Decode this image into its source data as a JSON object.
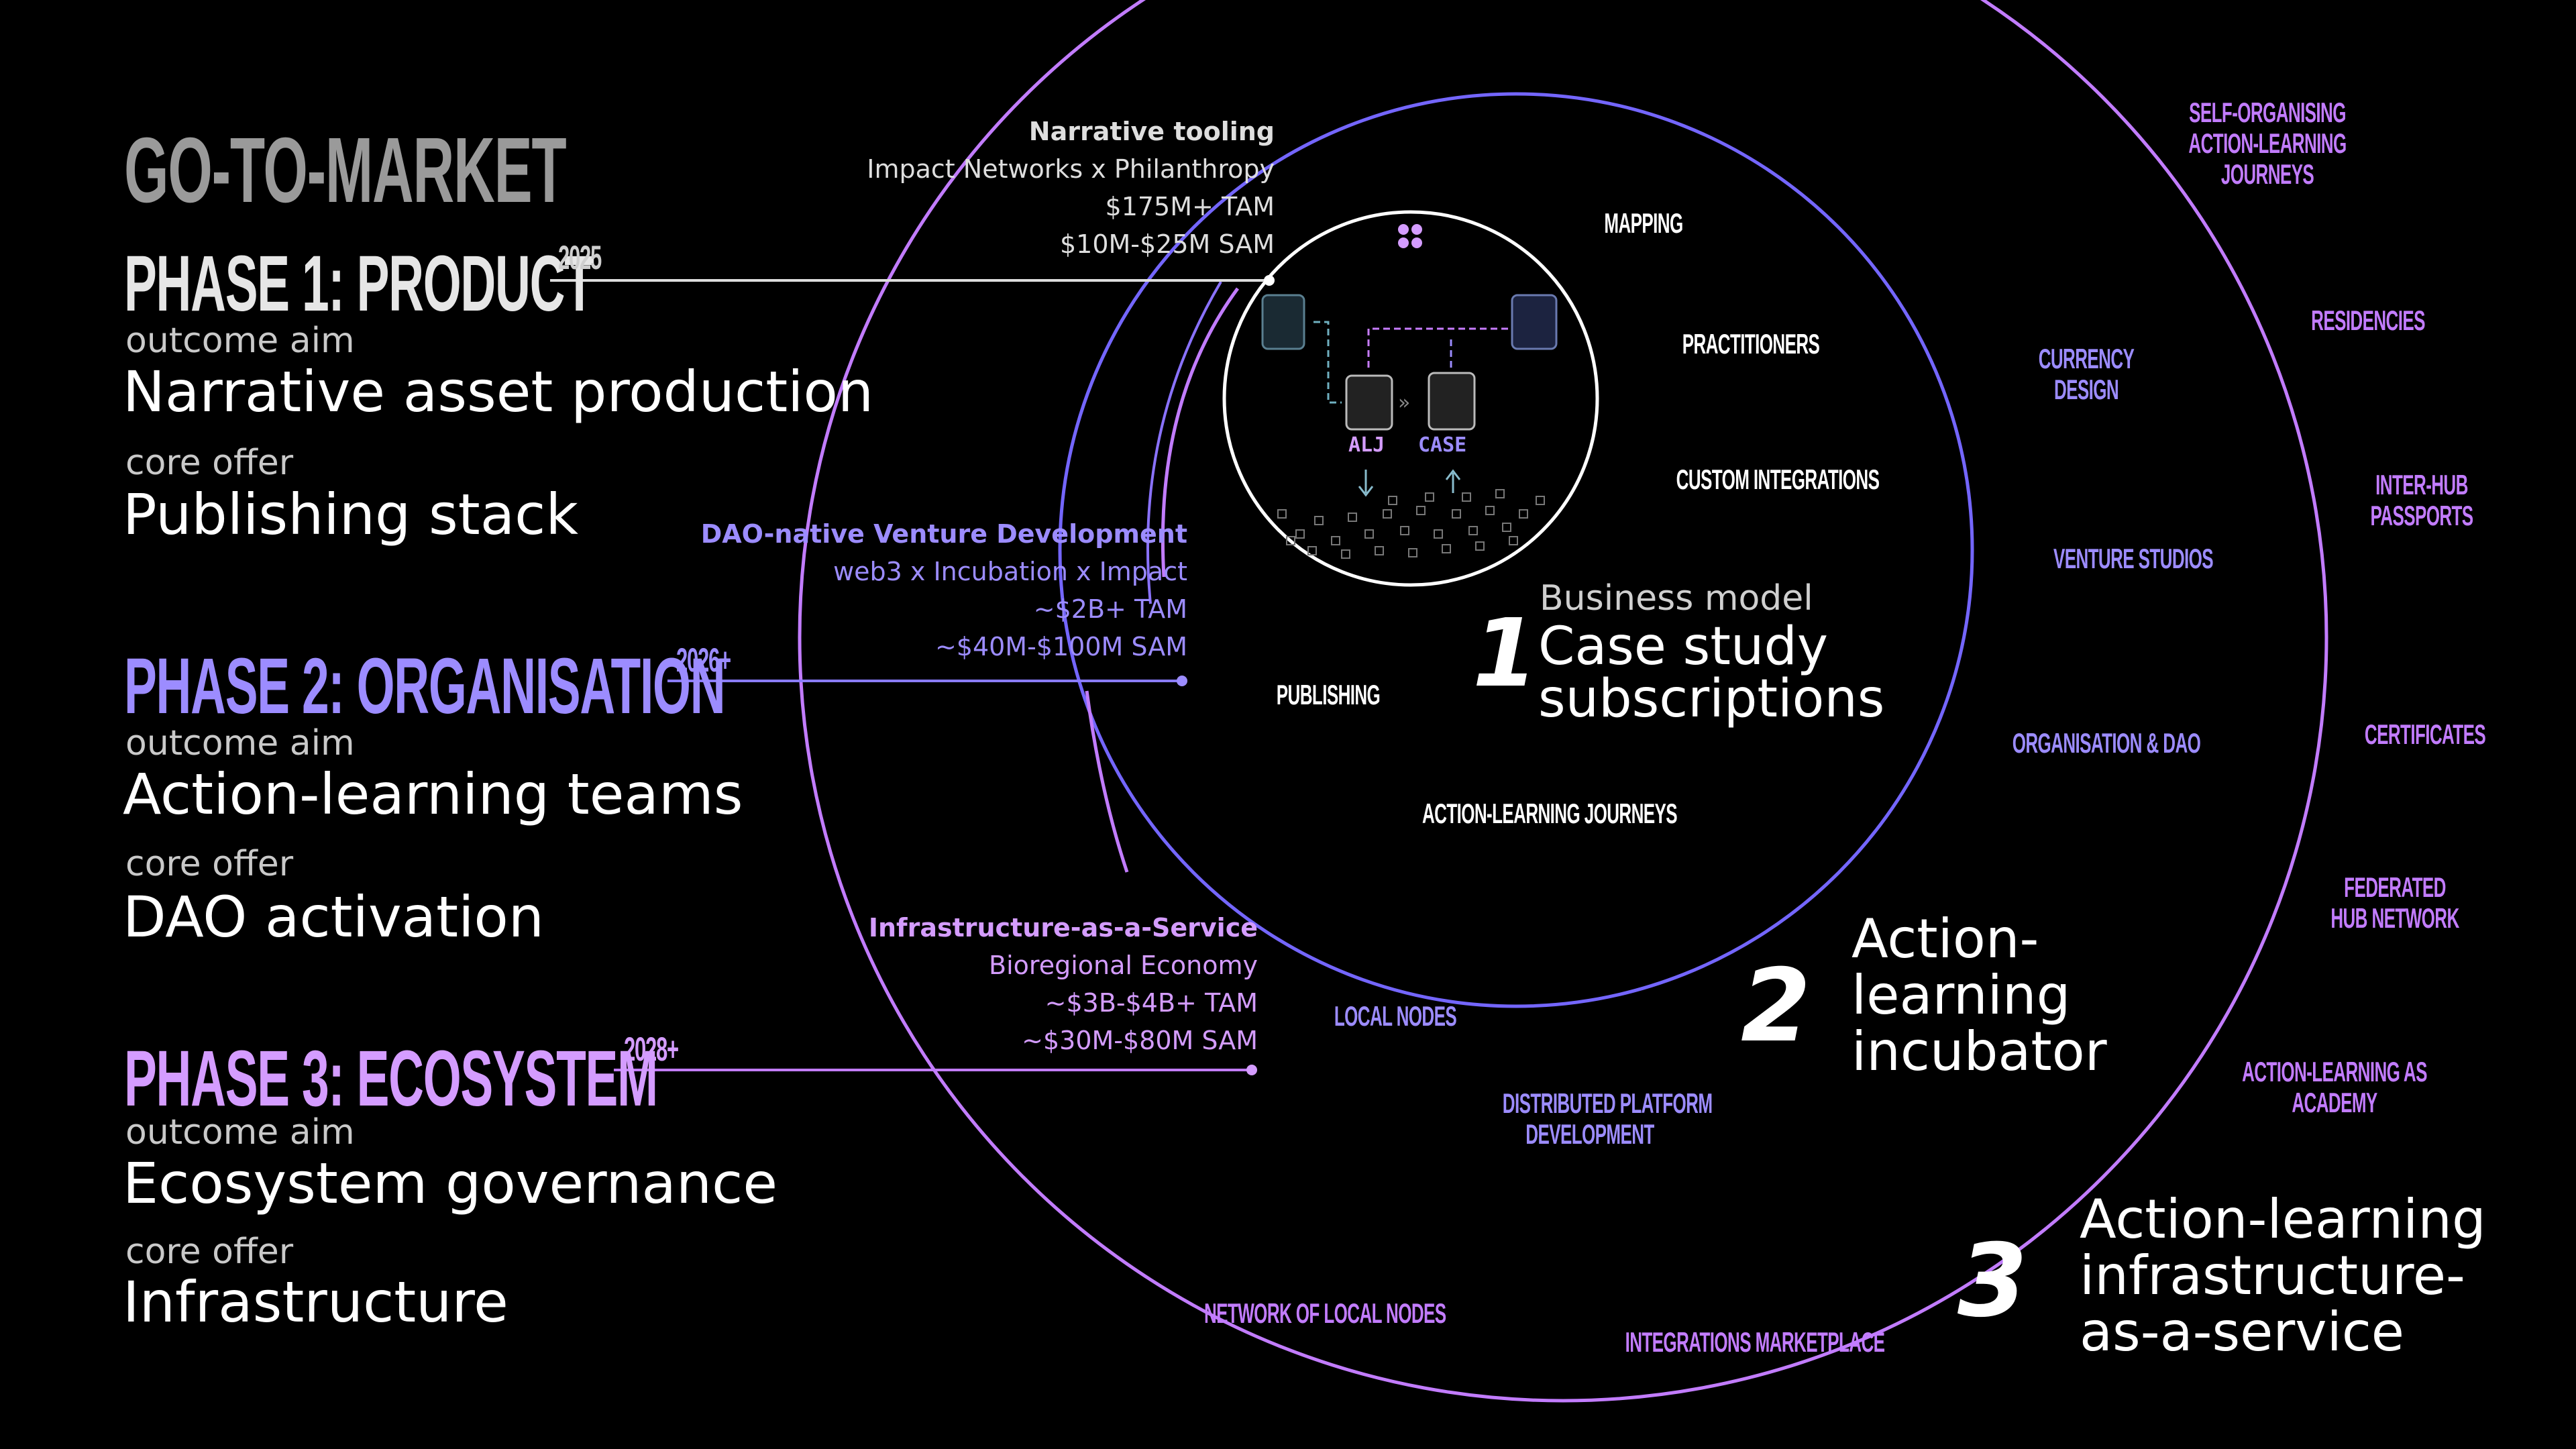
{
  "title": "GO-TO-MARKET",
  "colors": {
    "background": "#000000",
    "phase1": "#e6e6e6",
    "phase2": "#9c8cff",
    "phase3": "#d49cff",
    "ring1": "#ffffff",
    "ring2": "#7466ff",
    "ring3": "#c27cff"
  },
  "phases": [
    {
      "title": "PHASE 1: PRODUCT",
      "year": "2025",
      "outcome_label": "outcome aim",
      "outcome": "Narrative asset production",
      "offer_label": "core offer",
      "offer": "Publishing stack"
    },
    {
      "title": "PHASE 2: ORGANISATION",
      "year": "2026+",
      "outcome_label": "outcome aim",
      "outcome": "Action-learning teams",
      "offer_label": "core offer",
      "offer": "DAO activation"
    },
    {
      "title": "PHASE 3: ECOSYSTEM",
      "year": "2028+",
      "outcome_label": "outcome aim",
      "outcome": "Ecosystem governance",
      "offer_label": "core offer",
      "offer": "Infrastructure"
    }
  ],
  "markets": [
    {
      "heading": "Narrative tooling",
      "line1": "Impact Networks x Philanthropy",
      "tam": "$175M+ TAM",
      "sam": "$10M-$25M SAM"
    },
    {
      "heading": "DAO-native Venture Development",
      "line1": "web3 x Incubation x Impact",
      "tam": "~$2B+ TAM",
      "sam": "~$40M-$100M SAM"
    },
    {
      "heading": "Infrastructure-as-a-Service",
      "line1": "Bioregional Economy",
      "tam": "~$3B-$4B+ TAM",
      "sam": "~$30M-$80M SAM"
    }
  ],
  "rings": {
    "r1": {
      "number": "1",
      "small": "Business model",
      "line1": "Case study",
      "line2": "subscriptions"
    },
    "r2": {
      "number": "2",
      "line1": "Action-",
      "line2": "learning",
      "line3": "incubator"
    },
    "r3": {
      "number": "3",
      "line1": "Action-learning",
      "line2": "infrastructure-",
      "line3": "as-a-service"
    }
  },
  "center": {
    "alj": "ALJ",
    "case": "CASE"
  },
  "ring1_items": [
    "MAPPING",
    "PRACTITIONERS",
    "CUSTOM INTEGRATIONS",
    "PUBLISHING",
    "ACTION-LEARNING JOURNEYS"
  ],
  "ring2_items": {
    "currency1": "CURRENCY",
    "currency2": "DESIGN",
    "venture": "VENTURE STUDIOS",
    "org": "ORGANISATION & DAO",
    "nodes": "LOCAL NODES",
    "dist1": "DISTRIBUTED PLATFORM",
    "dist2": "DEVELOPMENT"
  },
  "ring3_items": {
    "self1": "SELF-ORGANISING",
    "self2": "ACTION-LEARNING",
    "self3": "JOURNEYS",
    "residencies": "RESIDENCIES",
    "inter1": "INTER-HUB",
    "inter2": "PASSPORTS",
    "certificates": "CERTIFICATES",
    "fed1": "FEDERATED",
    "fed2": "HUB NETWORK",
    "academy1": "ACTION-LEARNING AS",
    "academy2": "ACADEMY",
    "network": "NETWORK OF LOCAL NODES",
    "marketplace": "INTEGRATIONS MARKETPLACE"
  }
}
